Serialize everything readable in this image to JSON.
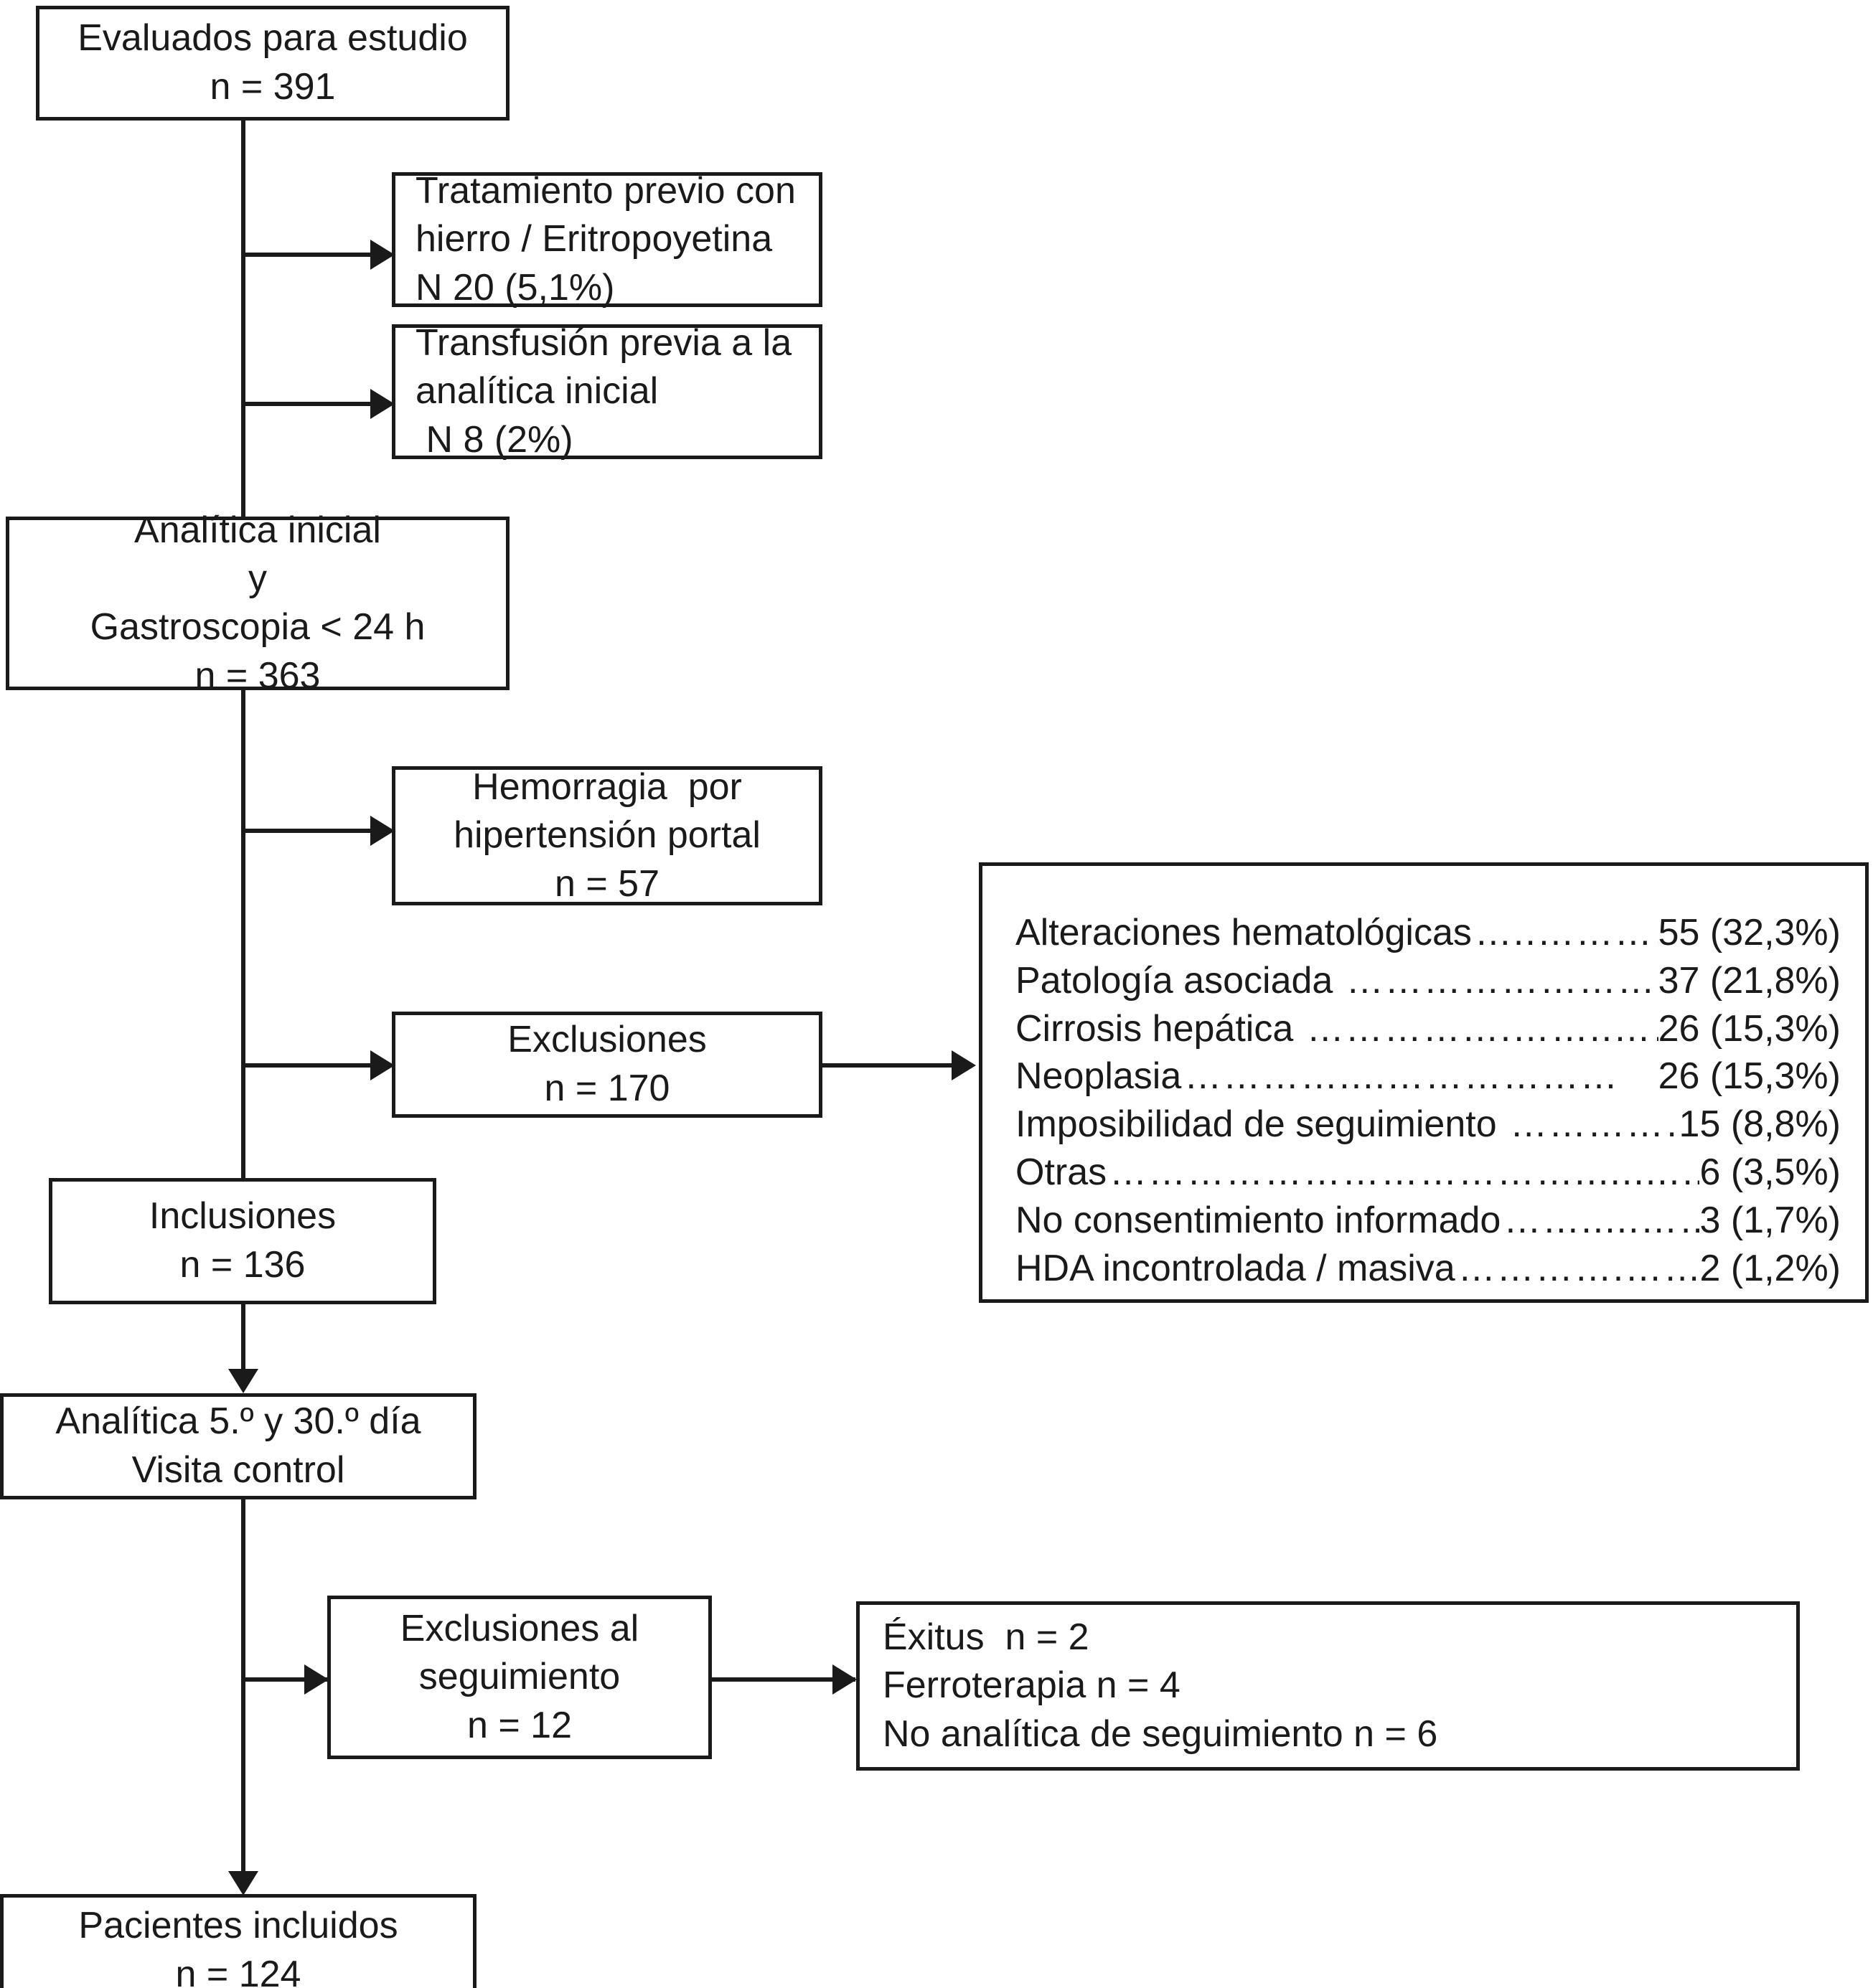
{
  "figure": {
    "type": "flow-diagram",
    "language": "es",
    "title": "Diagrama de flujo del estudio",
    "colors": {
      "stroke": "#1a1a1a",
      "fill": "#ffffff"
    }
  },
  "nodes": {
    "evaluados": {
      "lines": [
        "Evaluados para estudio",
        "n = 391"
      ]
    },
    "tratamiento_previo": {
      "lines": [
        "Tratamiento previo con",
        "hierro / Eritropoyetina",
        "N 20 (5,1%)"
      ]
    },
    "transfusion_previa": {
      "lines": [
        "Transfusión previa a la",
        "analítica inicial",
        " N 8 (2%)"
      ]
    },
    "analitica_inicial": {
      "lines": [
        "Analítica inicial",
        "y",
        "Gastroscopia < 24 h",
        "n = 363"
      ]
    },
    "hemorragia": {
      "lines": [
        "Hemorragia  por",
        "hipertensión portal",
        "n = 57"
      ]
    },
    "exclusiones": {
      "lines": [
        "Exclusiones",
        "n = 170"
      ]
    },
    "inclusiones": {
      "lines": [
        "Inclusiones",
        "n = 136"
      ]
    },
    "analitica_seguimiento": {
      "lines": [
        "Analítica 5.º y 30.º día",
        "Visita control"
      ]
    },
    "exclusiones_seguimiento": {
      "lines": [
        "Exclusiones al",
        "seguimiento",
        "n = 12"
      ]
    },
    "motivos_seguimiento": {
      "lines": [
        "Éxitus  n = 2",
        "Ferroterapia n = 4",
        "No analítica de seguimiento n = 6"
      ]
    },
    "pacientes_incluidos": {
      "lines": [
        "Pacientes incluidos",
        "n = 124"
      ]
    }
  },
  "exclusion_reasons": {
    "rows": [
      {
        "label": "Alteraciones hematológicas",
        "dots": "…..…………",
        "value": "55 (32,3%)"
      },
      {
        "label": "Patología asociada ",
        "dots": "………………………",
        "value": "37 (21,8%)"
      },
      {
        "label": "Cirrosis hepática ",
        "dots": "…………….……..……",
        "value": "26 (15,3%)"
      },
      {
        "label": "Neoplasia",
        "dots": "…………....………………",
        "value": "26 (15,3%)"
      },
      {
        "label": "Imposibilidad de seguimiento ",
        "dots": "……………",
        "value": "15 (8,8%)"
      },
      {
        "label": "Otras",
        "dots": "……………………………….........…",
        "value": "6 (3,5%)"
      },
      {
        "label": "No consentimiento informado",
        "dots": "…….....…….",
        "value": "3 (1,7%)"
      },
      {
        "label": "HDA incontrolada / masiva",
        "dots": "………….……...",
        "value": "2 (1,2%)"
      }
    ]
  },
  "chart_data": {
    "type": "flowchart",
    "title": "Diagrama de flujo de pacientes",
    "stages": [
      {
        "name": "Evaluados para estudio",
        "n": 391
      },
      {
        "name": "Analítica inicial y Gastroscopia < 24 h",
        "n": 363
      },
      {
        "name": "Inclusiones",
        "n": 136
      },
      {
        "name": "Pacientes incluidos",
        "n": 124
      }
    ],
    "exclusions_before_initial": [
      {
        "name": "Tratamiento previo con hierro / Eritropoyetina",
        "n": 20,
        "pct": 5.1
      },
      {
        "name": "Transfusión previa a la analítica inicial",
        "n": 8,
        "pct": 2.0
      }
    ],
    "exclusions_after_initial": [
      {
        "name": "Hemorragia por hipertensión portal",
        "n": 57
      },
      {
        "name": "Exclusiones",
        "n": 170
      }
    ],
    "exclusion_reason_breakdown": [
      {
        "name": "Alteraciones hematológicas",
        "n": 55,
        "pct": 32.3
      },
      {
        "name": "Patología asociada",
        "n": 37,
        "pct": 21.8
      },
      {
        "name": "Cirrosis hepática",
        "n": 26,
        "pct": 15.3
      },
      {
        "name": "Neoplasia",
        "n": 26,
        "pct": 15.3
      },
      {
        "name": "Imposibilidad de seguimiento",
        "n": 15,
        "pct": 8.8
      },
      {
        "name": "Otras",
        "n": 6,
        "pct": 3.5
      },
      {
        "name": "No consentimiento informado",
        "n": 3,
        "pct": 1.7
      },
      {
        "name": "HDA incontrolada / masiva",
        "n": 2,
        "pct": 1.2
      }
    ],
    "followup_exclusions_total": {
      "name": "Exclusiones al seguimiento",
      "n": 12
    },
    "followup_exclusion_breakdown": [
      {
        "name": "Éxitus",
        "n": 2
      },
      {
        "name": "Ferroterapia",
        "n": 4
      },
      {
        "name": "No analítica de seguimiento",
        "n": 6
      }
    ]
  }
}
